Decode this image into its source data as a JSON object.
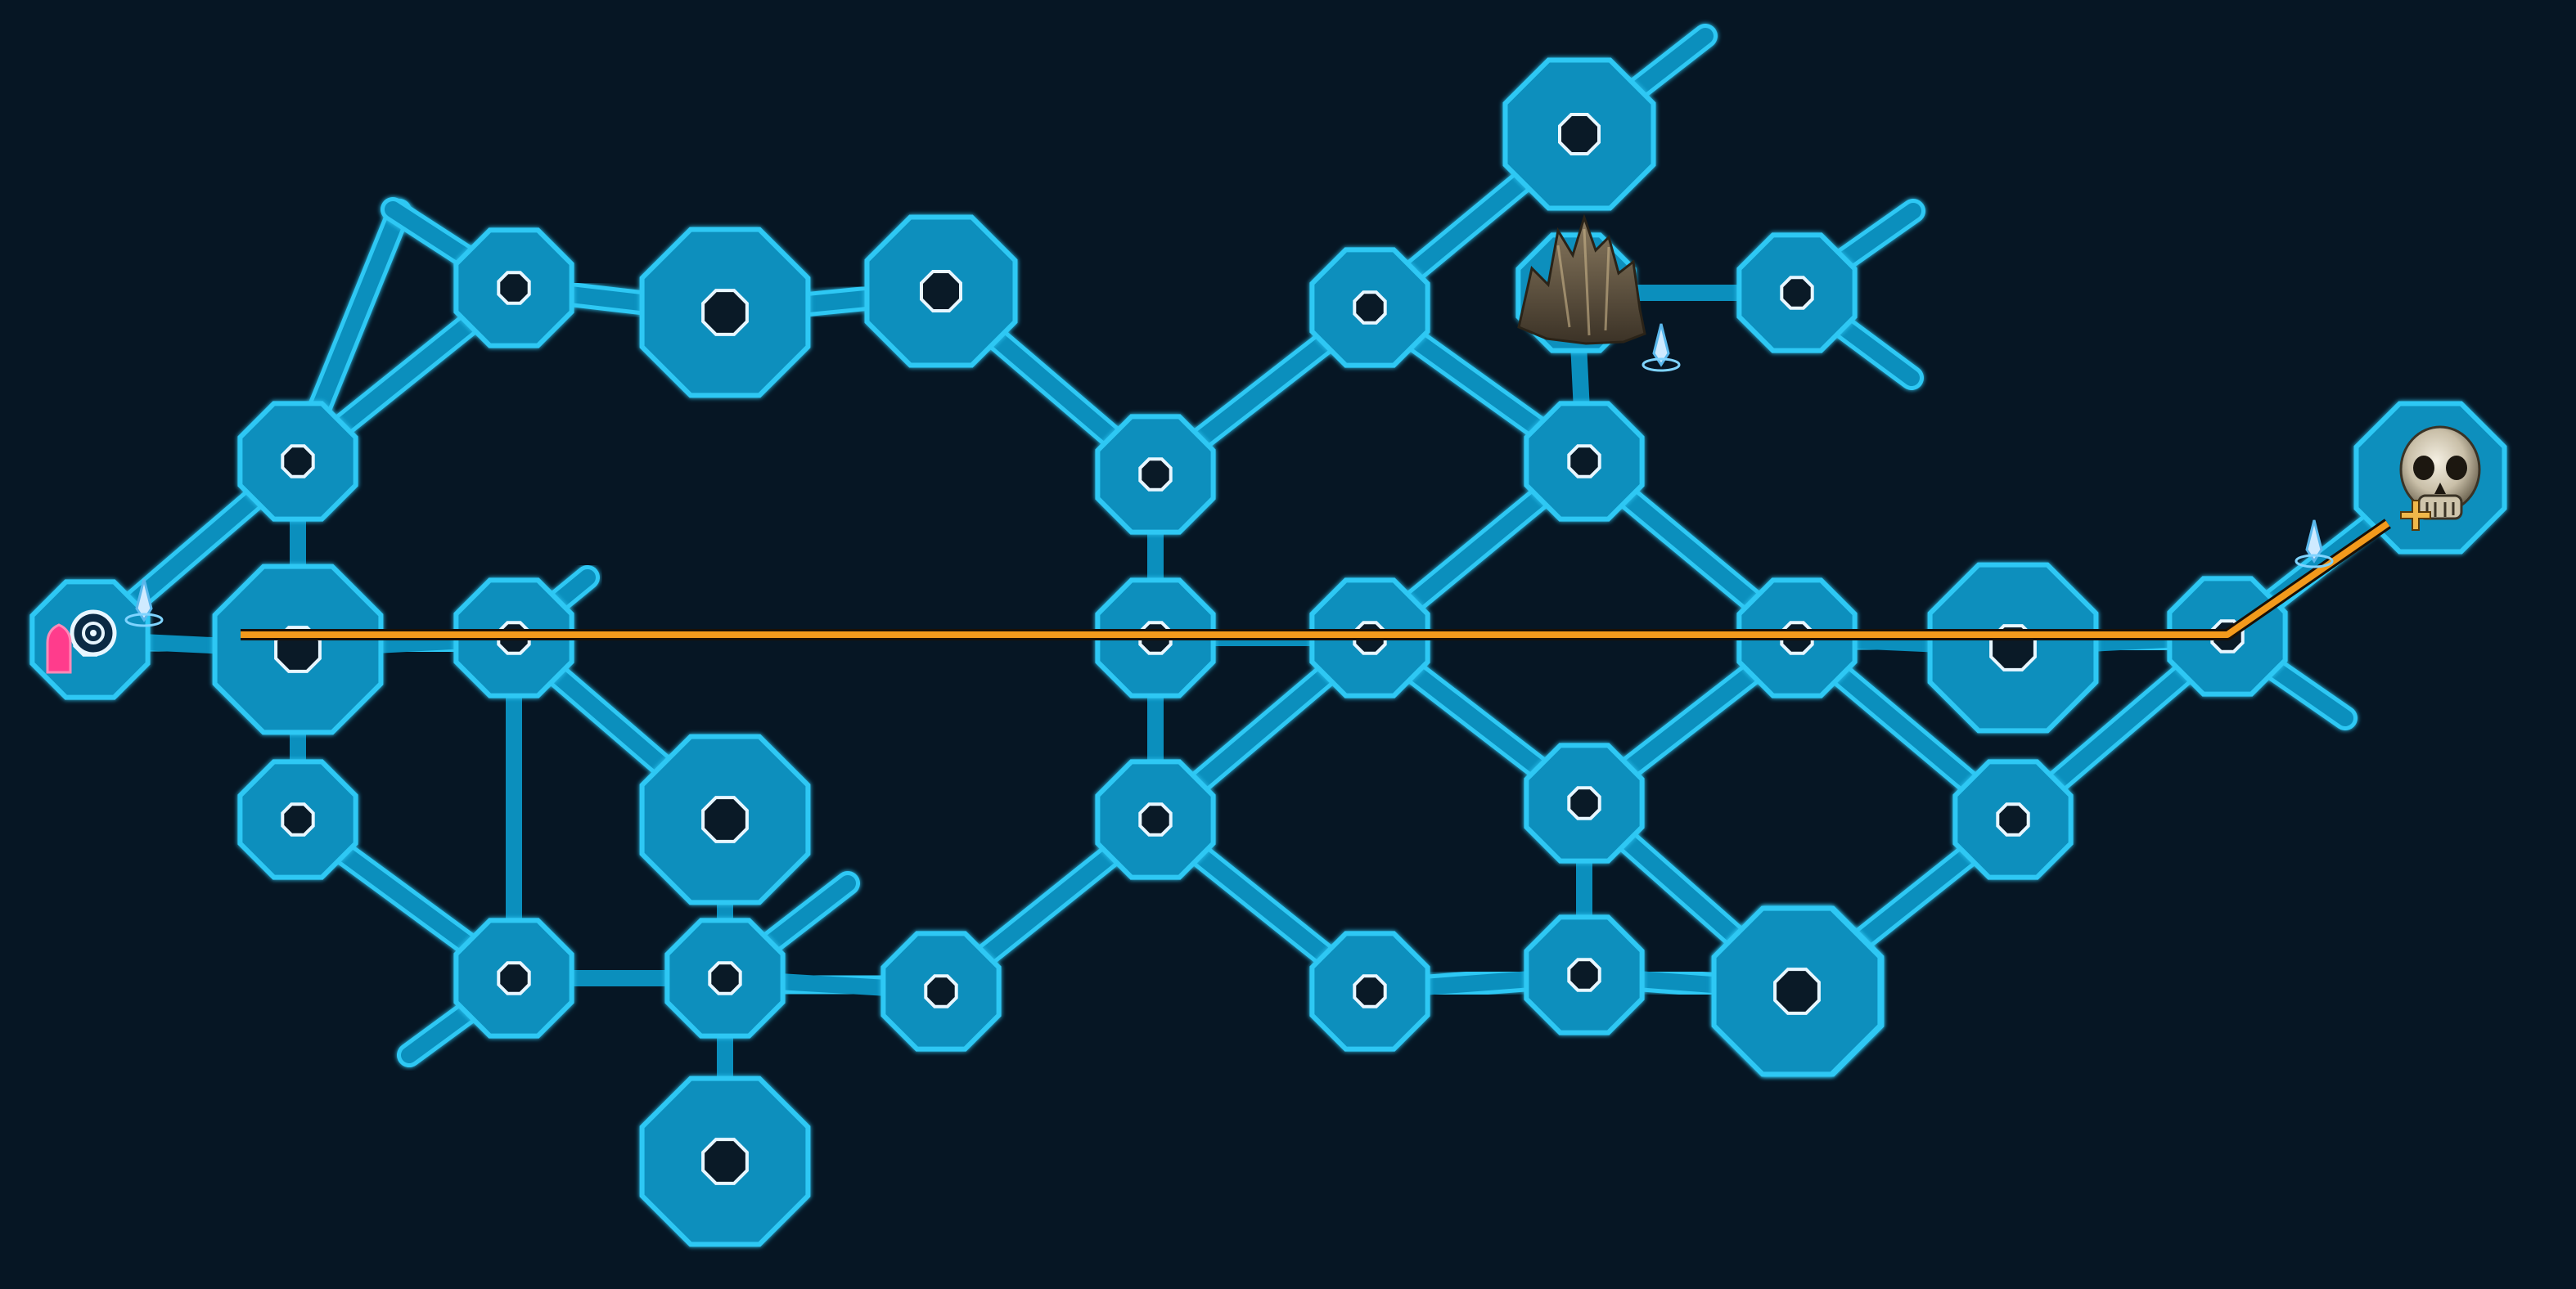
{
  "map": {
    "theme": {
      "background": "#061624",
      "room_fill": "#0b8fbd",
      "room_edge": "#2fc8f4",
      "room_core": "#0a1a27",
      "room_core_ring": "#e8f6ff",
      "route": "#f39a1c",
      "route_shadow": "#1a1006",
      "player_marker": "#ff3c8c",
      "waypoint": "#cfeaff"
    },
    "rooms": [
      {
        "id": "r01",
        "kind": "small"
      },
      {
        "id": "r02",
        "kind": "large"
      },
      {
        "id": "r03",
        "kind": "small"
      },
      {
        "id": "r04",
        "kind": "small"
      },
      {
        "id": "r05",
        "kind": "small"
      },
      {
        "id": "r06",
        "kind": "small"
      },
      {
        "id": "r07",
        "kind": "small"
      },
      {
        "id": "r08",
        "kind": "large"
      },
      {
        "id": "r09",
        "kind": "medium"
      },
      {
        "id": "r10",
        "kind": "large"
      },
      {
        "id": "r11",
        "kind": "small"
      },
      {
        "id": "r12",
        "kind": "large"
      },
      {
        "id": "r13",
        "kind": "small"
      },
      {
        "id": "r14",
        "kind": "small"
      },
      {
        "id": "r15",
        "kind": "small"
      },
      {
        "id": "r16",
        "kind": "small"
      },
      {
        "id": "r17",
        "kind": "small"
      },
      {
        "id": "r18",
        "kind": "small"
      },
      {
        "id": "r19",
        "kind": "small"
      },
      {
        "id": "r20",
        "kind": "medium"
      },
      {
        "id": "r21",
        "kind": "small"
      },
      {
        "id": "r22",
        "kind": "small"
      },
      {
        "id": "r23",
        "kind": "small"
      },
      {
        "id": "r24",
        "kind": "small"
      },
      {
        "id": "r25",
        "kind": "large"
      },
      {
        "id": "r26",
        "kind": "small"
      },
      {
        "id": "r27",
        "kind": "small"
      },
      {
        "id": "r28",
        "kind": "large"
      },
      {
        "id": "r29",
        "kind": "small"
      },
      {
        "id": "r30",
        "kind": "small"
      },
      {
        "id": "r31",
        "kind": "small"
      },
      {
        "id": "r32",
        "kind": "medium"
      },
      {
        "id": "r33",
        "kind": "large"
      }
    ],
    "markers": [
      {
        "id": "player",
        "icon": "player-location-icon"
      },
      {
        "id": "entrance",
        "icon": "entrance-portal-icon"
      },
      {
        "id": "wp1",
        "icon": "waypoint-crystal-icon"
      },
      {
        "id": "wp2",
        "icon": "waypoint-crystal-icon"
      },
      {
        "id": "wp3",
        "icon": "waypoint-crystal-icon"
      },
      {
        "id": "rock",
        "icon": "rock-formation-icon"
      },
      {
        "id": "boss",
        "icon": "boss-skull-icon"
      }
    ]
  }
}
